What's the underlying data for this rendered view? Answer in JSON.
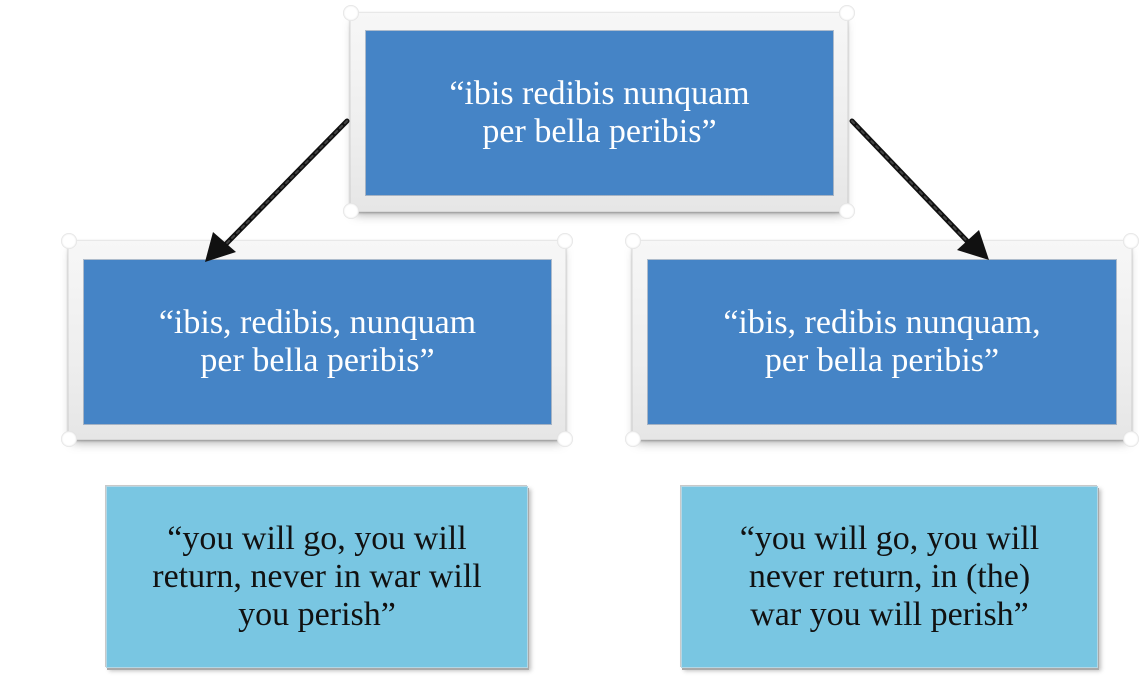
{
  "diagram": {
    "top": {
      "text": "“ibis redibis nunquam\nper bella peribis”"
    },
    "left": {
      "text": "“ibis, redibis, nunquam\nper bella peribis”"
    },
    "right": {
      "text": "“ibis, redibis nunquam,\nper bella peribis”"
    },
    "left_translation": {
      "text": "“you will go, you will\nreturn, never in war will\nyou perish”"
    },
    "right_translation": {
      "text": "“you will go, you will\nnever return, in (the)\nwar you will perish”"
    }
  },
  "colors": {
    "dark_box": "#4584c6",
    "light_box": "#79c6e2",
    "arrow": "#111111"
  }
}
